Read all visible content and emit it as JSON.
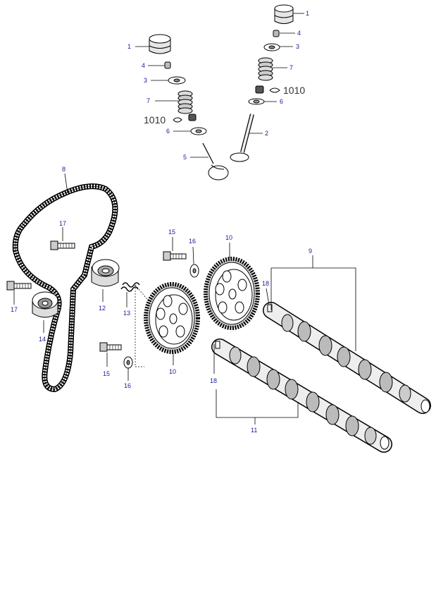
{
  "diagram": {
    "callouts": {
      "c1a": "1",
      "c4a": "4",
      "c3a": "3",
      "c7a": "7",
      "c1010a": "1010",
      "c6a": "6",
      "c5a": "5",
      "c1b": "1",
      "c4b": "4",
      "c3b": "3",
      "c7b": "7",
      "c1010b": "1010",
      "c6b": "6",
      "c2": "2",
      "c8": "8",
      "c17a": "17",
      "c17b": "17",
      "c12": "12",
      "c13": "13",
      "c14": "14",
      "c15a": "15",
      "c16a": "16",
      "c15b": "15",
      "c16b": "16",
      "c10a": "10",
      "c10b": "10",
      "c9": "9",
      "c18a": "18",
      "c18b": "18",
      "c11": "11"
    },
    "colors": {
      "callout": "#1a1aa0",
      "line": "#000000",
      "shade": "#c8c8c8"
    }
  }
}
